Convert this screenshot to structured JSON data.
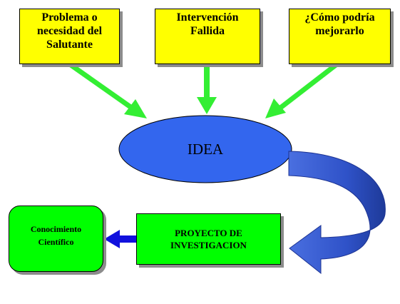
{
  "top_boxes": [
    {
      "text": "Problema o\nnecesidad del\nSalutante"
    },
    {
      "text": "Intervención\nFallida"
    },
    {
      "text": "¿Cómo podría\nmejorarlo"
    }
  ],
  "idea": {
    "text": "IDEA"
  },
  "proyecto": {
    "text": "PROYECTO DE\nINVESTIGACION"
  },
  "conocimiento": {
    "text": "Conocimiento\nCientífico"
  },
  "colors": {
    "top_box_fill": "#ffff00",
    "green_box_fill": "#00ff00",
    "idea_fill": "#3366ee",
    "curve_arrow_fill": "#3366ee",
    "green_arrow": "#33ee33",
    "blue_arrow": "#1111dd"
  }
}
